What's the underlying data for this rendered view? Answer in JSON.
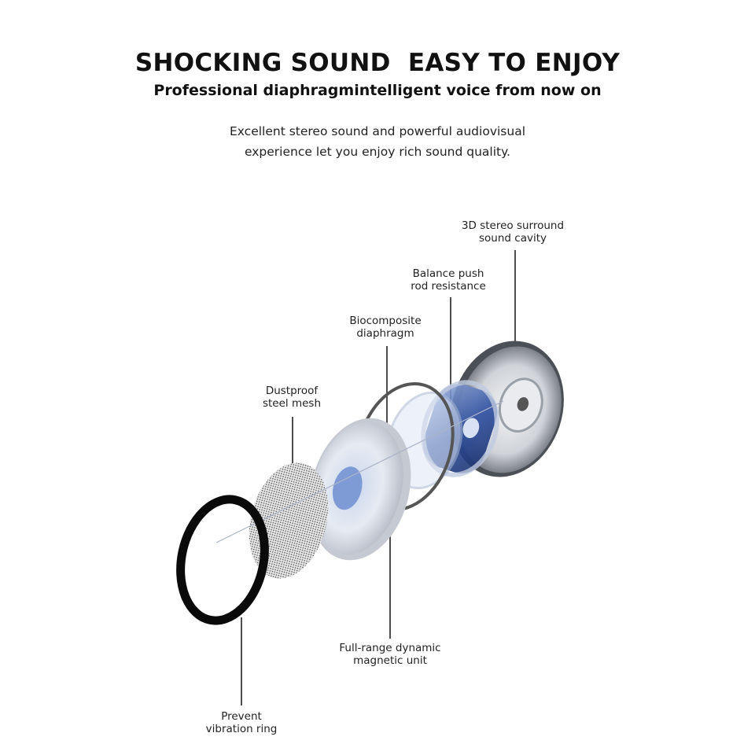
{
  "header": {
    "title": "SHOCKING SOUND  EASY TO ENJOY",
    "subtitle": "Professional diaphragmintelligent voice from now on",
    "description_lines": [
      "Excellent stereo sound and powerful audiovisual",
      "experience let you enjoy rich sound quality."
    ]
  },
  "labels": {
    "cavity": [
      "3D stereo surround",
      "sound cavity"
    ],
    "push_rod": [
      "Balance push",
      "rod resistance"
    ],
    "diaphragm": [
      "Biocomposite",
      "diaphragm"
    ],
    "mesh": [
      "Dustproof",
      "steel mesh"
    ],
    "magnetic_unit": [
      "Full-range dynamic",
      "magnetic unit"
    ],
    "ring": [
      "Prevent",
      "vibration ring"
    ]
  },
  "colors": {
    "accent_blue": "#2d4fa0",
    "silver": "#c8ccd2",
    "ring_black": "#0a0a0a"
  }
}
